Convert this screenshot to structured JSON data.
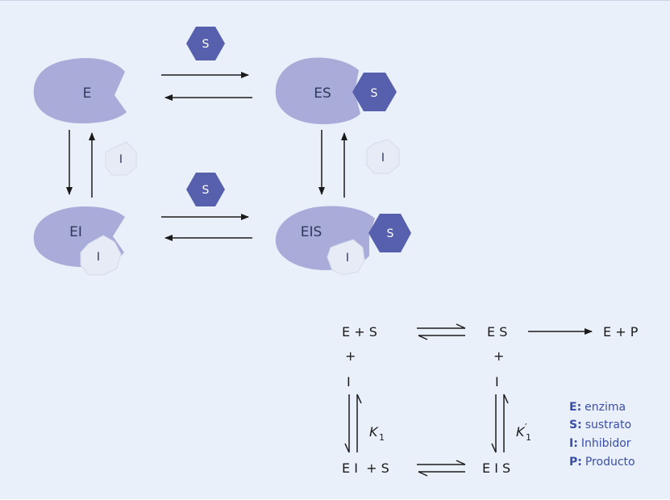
{
  "colors": {
    "background": "#eaf0f9",
    "enzyme": "#a9acd9",
    "substrate": "#5760ad",
    "inhibitor": "#e6ebf6",
    "legend_key": "#3a4ea8"
  },
  "cartoon": {
    "enzyme_label": "E",
    "es_label": "ES",
    "ei_label": "EI",
    "eis_label": "EIS",
    "substrate_label": "S",
    "inhibitor_label": "I"
  },
  "scheme": {
    "row1": {
      "left": "E + S",
      "middle": "E S",
      "right": "E + P"
    },
    "plus_left": "+",
    "plus_right": "+",
    "i_left": "I",
    "i_right": "I",
    "k1": "K",
    "k1_sub": "1",
    "k1p": "K",
    "k1p_sub": "1",
    "row3": {
      "left": "E I  + S",
      "right": "E I S"
    }
  },
  "legend": [
    {
      "key": "E:",
      "value": "enzima"
    },
    {
      "key": "S:",
      "value": "sustrato"
    },
    {
      "key": "I:",
      "value": "Inhibidor"
    },
    {
      "key": "P:",
      "value": "Producto"
    }
  ]
}
